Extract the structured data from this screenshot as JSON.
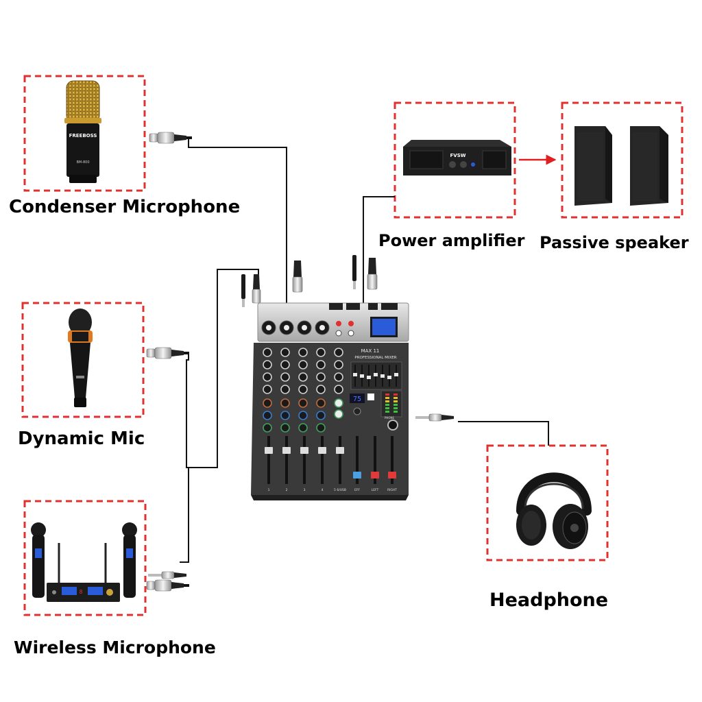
{
  "labels": {
    "condenser": "Condenser Microphone",
    "dynamic": "Dynamic Mic",
    "wireless": "Wireless Microphone",
    "amplifier": "Power amplifier",
    "speaker": "Passive speaker",
    "headphone": "Headphone"
  },
  "device_text": {
    "mic_brand": "FREEBOSS",
    "mic_model": "BM-800",
    "amp_brand": "FVSW",
    "mixer_model": "MAX 11",
    "mixer_subtitle": "PROFESSIONAL MIXER",
    "display_value": "75",
    "channel_labels": [
      "1",
      "2",
      "3",
      "4",
      "5 6/USB"
    ],
    "master_labels": [
      "EFF",
      "LEFT",
      "RIGHT"
    ],
    "phone_label": "PHONE"
  },
  "colors": {
    "dashed_border": "#e03030",
    "arrow": "#e02020",
    "cable": "#111111",
    "mixer_body": "#3a3a3a",
    "lcd": "#2a5bd8"
  }
}
